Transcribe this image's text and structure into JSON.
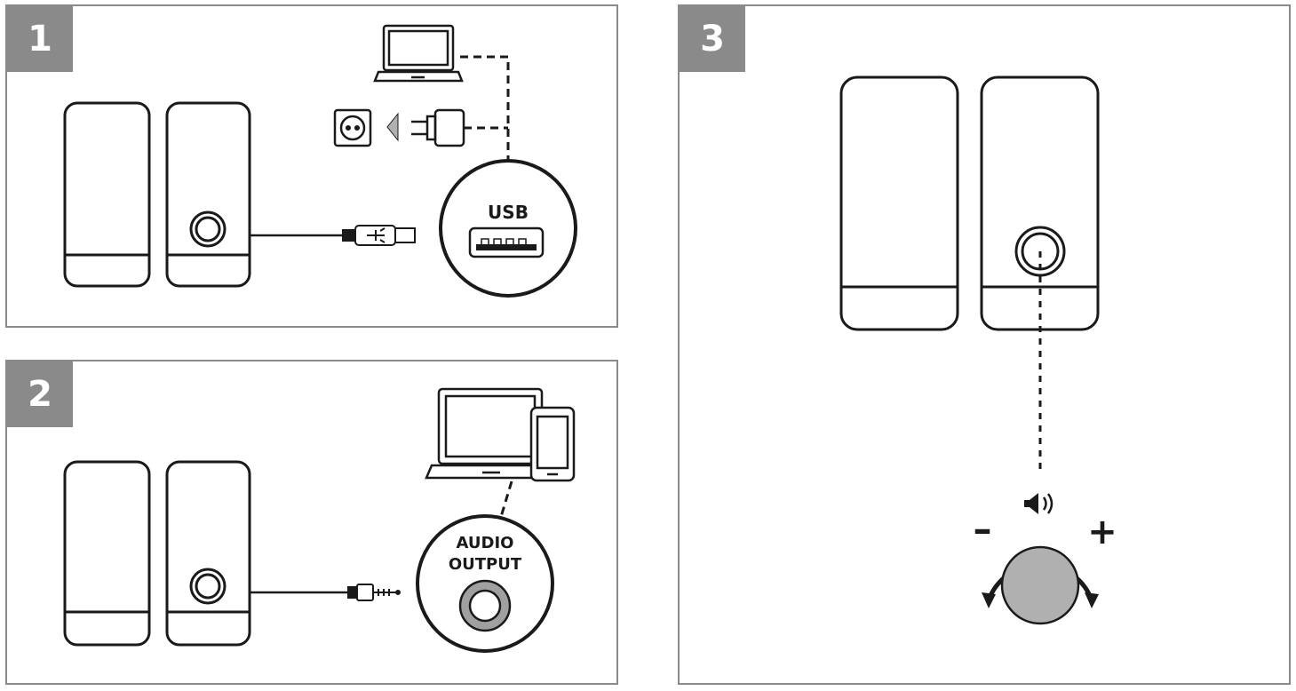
{
  "panels": [
    {
      "step": "1",
      "port_label": "USB"
    },
    {
      "step": "2",
      "port_label_line1": "AUDIO",
      "port_label_line2": "OUTPUT"
    },
    {
      "step": "3",
      "minus": "–",
      "plus": "+"
    }
  ],
  "colors": {
    "frame": "#8a8a8a",
    "line": "#1a1a1a",
    "knob": "#b0b0b0",
    "jack": "#a0a0a0"
  }
}
